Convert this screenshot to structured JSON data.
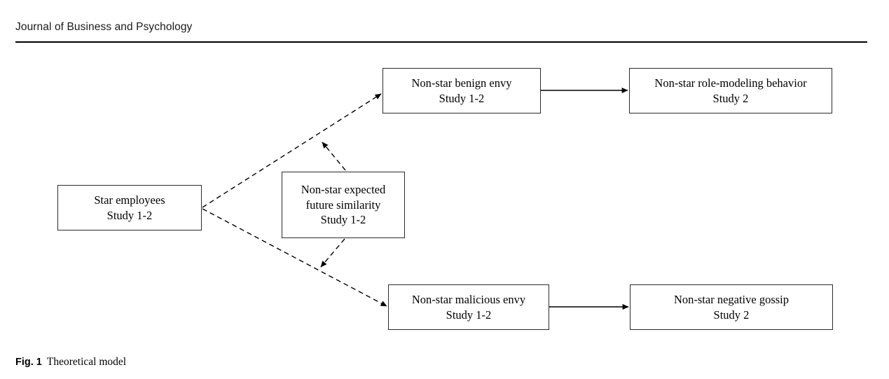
{
  "header": {
    "journal_title": "Journal of Business and Psychology"
  },
  "figure": {
    "caption_label": "Fig. 1",
    "caption_text": "Theoretical model",
    "nodes": [
      {
        "id": "star",
        "line1": "Star employees",
        "line2": "Study 1-2",
        "line3": ""
      },
      {
        "id": "benign",
        "line1": "Non-star benign envy",
        "line2": "Study 1-2",
        "line3": ""
      },
      {
        "id": "rolemodel",
        "line1": "Non-star role-modeling behavior",
        "line2": "Study 2",
        "line3": ""
      },
      {
        "id": "similarity",
        "line1": "Non-star expected",
        "line2": "future similarity",
        "line3": "Study 1-2"
      },
      {
        "id": "malicious",
        "line1": "Non-star malicious envy",
        "line2": "Study 1-2",
        "line3": ""
      },
      {
        "id": "gossip",
        "line1": "Non-star negative gossip",
        "line2": "Study 2",
        "line3": ""
      }
    ],
    "edges": [
      {
        "id": "star-to-benign",
        "style": "dashed",
        "from": "star",
        "to": "benign"
      },
      {
        "id": "star-to-malicious",
        "style": "dashed",
        "from": "star",
        "to": "malicious"
      },
      {
        "id": "benign-to-rolemodel",
        "style": "solid",
        "from": "benign",
        "to": "rolemodel"
      },
      {
        "id": "malicious-to-gossip",
        "style": "solid",
        "from": "malicious",
        "to": "gossip"
      },
      {
        "id": "similarity-moderates-benign",
        "style": "dashed",
        "from": "similarity",
        "to": "star-to-benign"
      },
      {
        "id": "similarity-moderates-malicious",
        "style": "dashed",
        "from": "similarity",
        "to": "star-to-malicious"
      }
    ],
    "colors": {
      "line": "#000000",
      "box_border": "#2b2b2b",
      "background": "#ffffff",
      "text": "#000000"
    }
  }
}
